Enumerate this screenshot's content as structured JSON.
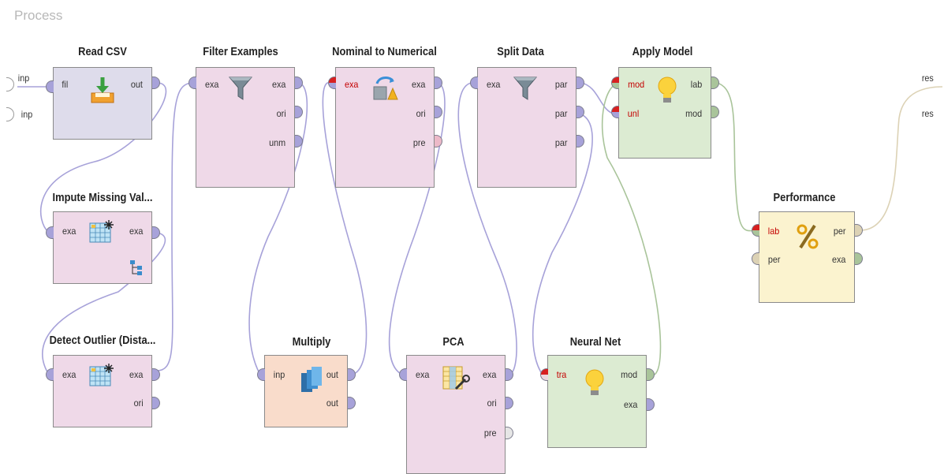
{
  "canvas": {
    "title": "Process"
  },
  "process_ports": {
    "inputs": [
      "inp",
      "inp"
    ],
    "outputs": [
      "res",
      "res"
    ]
  },
  "operators": {
    "read_csv": {
      "title": "Read CSV",
      "in": [
        "fil"
      ],
      "out": [
        "out"
      ]
    },
    "impute": {
      "title": "Impute Missing Val...",
      "in": [
        "exa"
      ],
      "out": [
        "exa"
      ]
    },
    "detect_outlier": {
      "title": "Detect Outlier (Dista...",
      "in": [
        "exa"
      ],
      "out": [
        "exa",
        "ori"
      ]
    },
    "filter_examples": {
      "title": "Filter Examples",
      "in": [
        "exa"
      ],
      "out": [
        "exa",
        "ori",
        "unm"
      ]
    },
    "multiply": {
      "title": "Multiply",
      "in": [
        "inp"
      ],
      "out": [
        "out",
        "out"
      ]
    },
    "nominal_numerical": {
      "title": "Nominal to Numerical",
      "in": [
        "exa"
      ],
      "out": [
        "exa",
        "ori",
        "pre"
      ]
    },
    "pca": {
      "title": "PCA",
      "in": [
        "exa"
      ],
      "out": [
        "exa",
        "ori",
        "pre"
      ]
    },
    "split_data": {
      "title": "Split Data",
      "in": [
        "exa"
      ],
      "out": [
        "par",
        "par",
        "par"
      ]
    },
    "neural_net": {
      "title": "Neural Net",
      "in": [
        "tra"
      ],
      "out": [
        "mod",
        "exa"
      ]
    },
    "apply_model": {
      "title": "Apply Model",
      "in": [
        "mod",
        "unl"
      ],
      "out": [
        "lab",
        "mod"
      ]
    },
    "performance": {
      "title": "Performance",
      "in": [
        "lab",
        "per"
      ],
      "out": [
        "per",
        "exa"
      ]
    }
  },
  "icons": {
    "read_csv": "import-tray-icon",
    "impute": "table-star-icon",
    "detect_outlier": "table-star-icon",
    "filter_examples": "funnel-icon",
    "multiply": "copies-icon",
    "nominal_numerical": "convert-shapes-icon",
    "pca": "table-wrench-icon",
    "split_data": "funnel-icon",
    "neural_net": "lightbulb-icon",
    "apply_model": "lightbulb-icon",
    "performance": "percent-icon"
  },
  "colors": {
    "wire": "#b7b2e6",
    "wire_green": "#a9c49a",
    "wire_sand": "#dcd2b5"
  }
}
